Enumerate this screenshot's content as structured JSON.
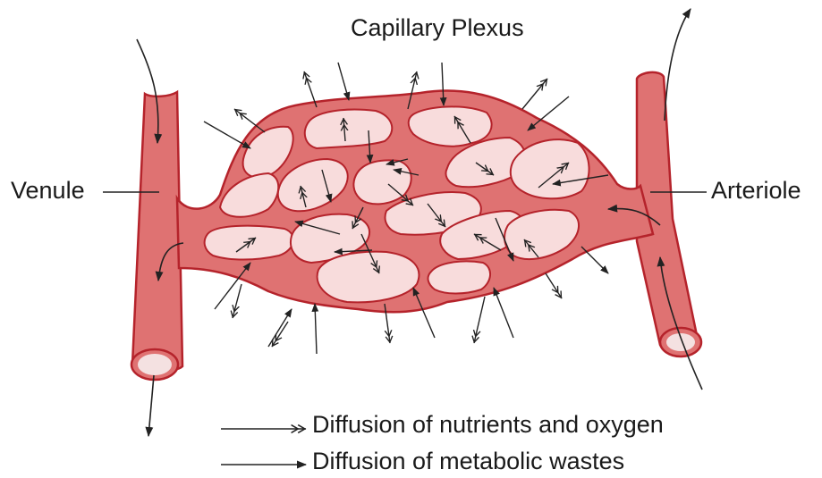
{
  "diagram": {
    "title": "Capillary Plexus",
    "labels": {
      "left_vessel": "Venule",
      "right_vessel": "Arteriole"
    },
    "legend": [
      {
        "symbol": "double-arrow-icon",
        "text": "Diffusion of nutrients and oxygen"
      },
      {
        "symbol": "single-arrow-icon",
        "text": "Diffusion of metabolic wastes"
      }
    ],
    "colors": {
      "vessel_fill": "#df7272",
      "vessel_outline": "#b5232b",
      "tissue_fill": "#f8dcdc",
      "tissue_outline": "#b5232b",
      "arrow": "#222222"
    }
  }
}
